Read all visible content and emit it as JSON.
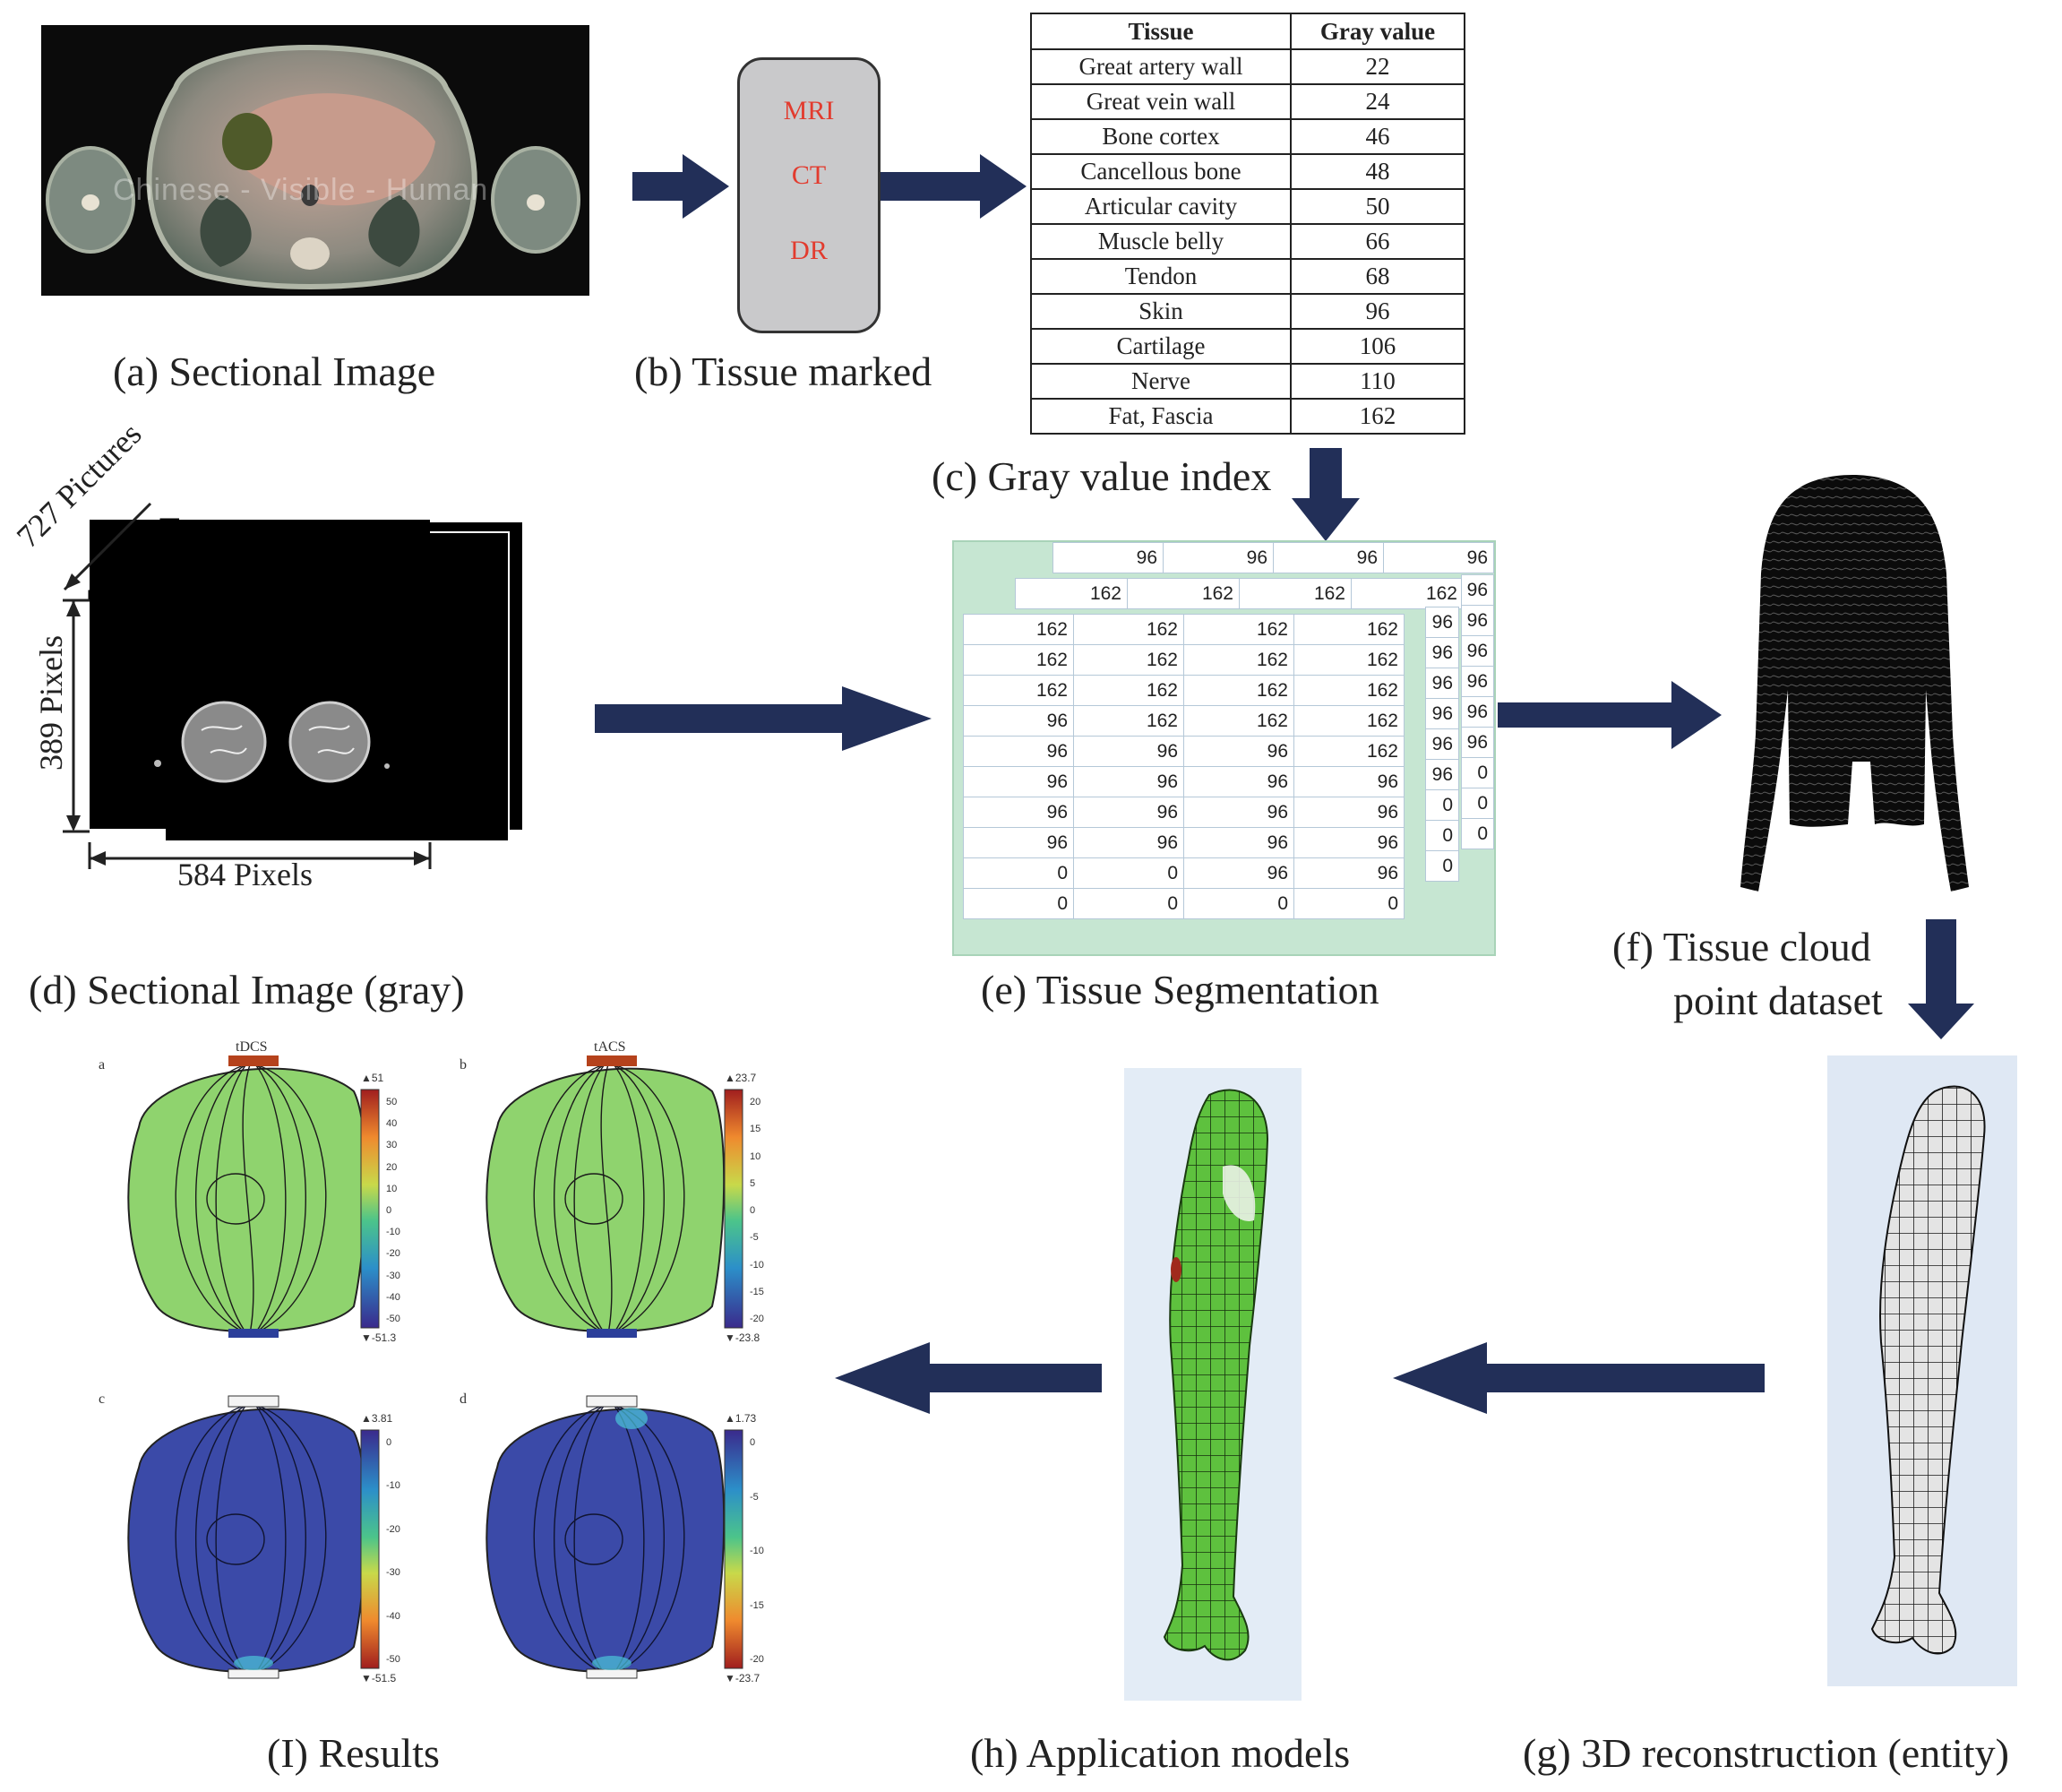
{
  "panel_a": {
    "caption": "(a) Sectional Image",
    "watermark": "Chinese - Visible - Human"
  },
  "panel_b": {
    "caption": "(b) Tissue marked",
    "modalities": [
      "MRI",
      "CT",
      "DR"
    ]
  },
  "panel_c": {
    "caption": "(c) Gray value index",
    "headers": [
      "Tissue",
      "Gray value"
    ],
    "rows": [
      {
        "tissue": "Great artery wall",
        "value": "22"
      },
      {
        "tissue": "Great vein wall",
        "value": "24"
      },
      {
        "tissue": "Bone cortex",
        "value": "46"
      },
      {
        "tissue": "Cancellous bone",
        "value": "48"
      },
      {
        "tissue": "Articular cavity",
        "value": "50"
      },
      {
        "tissue": "Muscle belly",
        "value": "66"
      },
      {
        "tissue": "Tendon",
        "value": "68"
      },
      {
        "tissue": "Skin",
        "value": "96"
      },
      {
        "tissue": "Cartilage",
        "value": "106"
      },
      {
        "tissue": "Nerve",
        "value": "110"
      },
      {
        "tissue": "Fat, Fascia",
        "value": "162"
      }
    ]
  },
  "panel_d": {
    "caption": "(d) Sectional Image (gray)",
    "depth_label": "727 Pictures",
    "height_label": "389 Pixels",
    "width_label": "584 Pixels"
  },
  "panel_e": {
    "caption": "(e) Tissue Segmentation",
    "back_row_top": [
      "96",
      "96",
      "96",
      "96"
    ],
    "back_row_mid": [
      "162",
      "162",
      "162",
      "162"
    ],
    "right_col_mid": [
      "96",
      "96",
      "96",
      "96",
      "96",
      "96",
      "0",
      "0",
      "0"
    ],
    "right_col_far": [
      "96",
      "96",
      "96",
      "96",
      "96",
      "96",
      "0",
      "0",
      "0"
    ],
    "front_grid": [
      [
        "162",
        "162",
        "162",
        "162"
      ],
      [
        "162",
        "162",
        "162",
        "162"
      ],
      [
        "162",
        "162",
        "162",
        "162"
      ],
      [
        "96",
        "162",
        "162",
        "162"
      ],
      [
        "96",
        "96",
        "96",
        "162"
      ],
      [
        "96",
        "96",
        "96",
        "96"
      ],
      [
        "96",
        "96",
        "96",
        "96"
      ],
      [
        "96",
        "96",
        "96",
        "96"
      ],
      [
        "0",
        "0",
        "96",
        "96"
      ],
      [
        "0",
        "0",
        "0",
        "0"
      ]
    ]
  },
  "panel_f": {
    "caption_line1": "(f) Tissue cloud",
    "caption_line2": "point dataset"
  },
  "panel_g": {
    "caption": "(g)  3D reconstruction (entity)"
  },
  "panel_h": {
    "caption": "(h)  Application models"
  },
  "panel_i": {
    "caption": "(I)  Results",
    "plots": [
      {
        "letter": "a",
        "title": "tDCS",
        "max_label": "▲51",
        "min_label": "▼-51.3",
        "ticks": [
          "50",
          "40",
          "30",
          "20",
          "10",
          "0",
          "-10",
          "-20",
          "-30",
          "-40",
          "-50"
        ]
      },
      {
        "letter": "b",
        "title": "tACS",
        "max_label": "▲23.7",
        "min_label": "▼-23.8",
        "ticks": [
          "20",
          "15",
          "10",
          "5",
          "0",
          "-5",
          "-10",
          "-15",
          "-20"
        ]
      },
      {
        "letter": "c",
        "title": "",
        "max_label": "▲3.81",
        "min_label": "▼-51.5",
        "ticks": [
          "0",
          "-10",
          "-20",
          "-30",
          "-40",
          "-50"
        ]
      },
      {
        "letter": "d",
        "title": "",
        "max_label": "▲1.73",
        "min_label": "▼-23.7",
        "ticks": [
          "0",
          "-5",
          "-10",
          "-15",
          "-20"
        ]
      }
    ]
  },
  "colors": {
    "arrow": "#222f58",
    "modality_text": "#e23b2e",
    "segmentation_bg": "#c6e6d2",
    "result_green": "#8fd36e",
    "result_blue": "#3b4aa8",
    "mesh_green": "#5ec13e"
  }
}
